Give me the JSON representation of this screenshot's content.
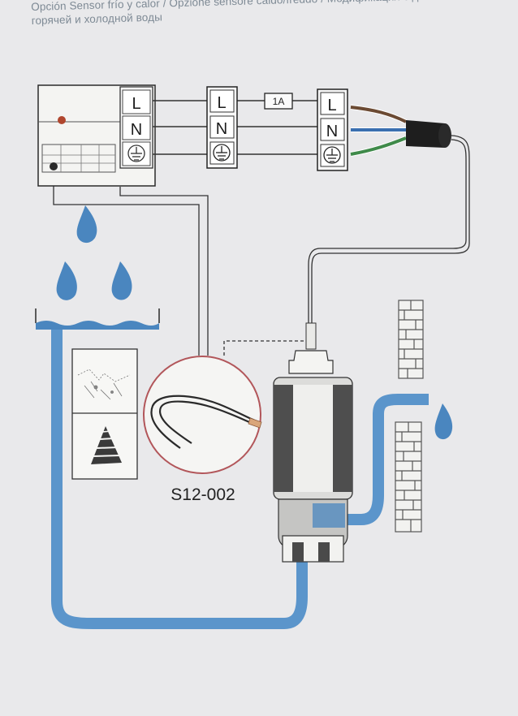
{
  "header": {
    "line1": "Opción Sensor frío y calor / Opzione sensore caldo/freddo / Модификация с датчиком",
    "line2": "горячей и холодной воды"
  },
  "terminals": {
    "live": "L",
    "neutral": "N"
  },
  "fuse": {
    "label": "1A"
  },
  "sensor": {
    "code": "S12-002"
  },
  "colors": {
    "water": "#4a86bf",
    "pipe": "#5b95cb",
    "brick": "#555555",
    "sensor_circle": "#b2565a",
    "wire": "#2a2a2a",
    "cable_brown": "#6b4a33",
    "cable_blue": "#3a6fb0",
    "cable_green": "#3f8a4a",
    "indicator": "#b0462e"
  }
}
